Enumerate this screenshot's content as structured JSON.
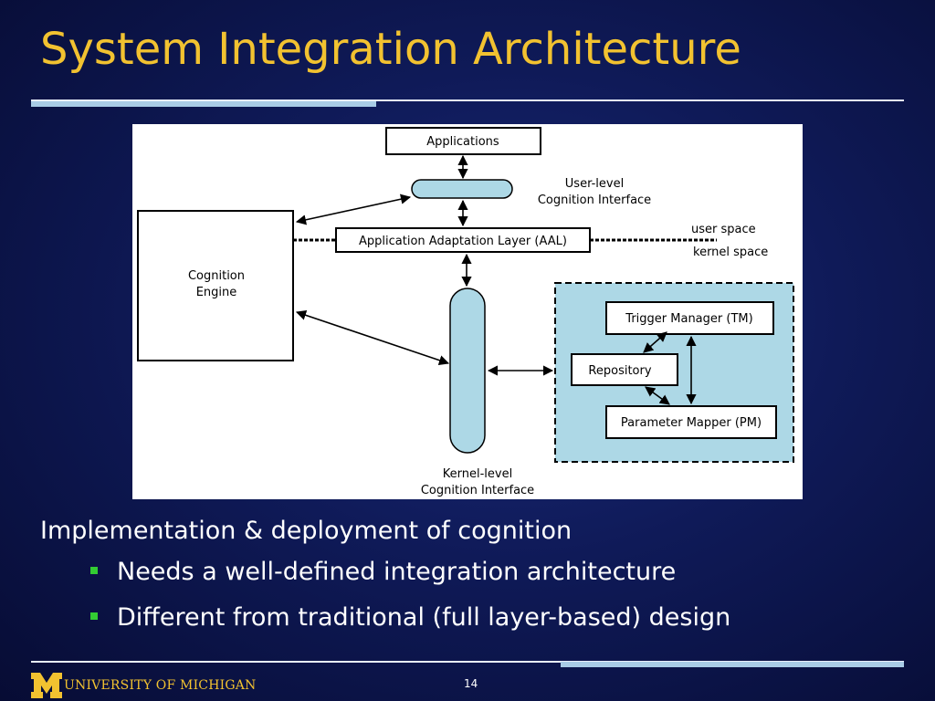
{
  "slide": {
    "title": "System Integration Architecture",
    "page_number": "14"
  },
  "diagram": {
    "applications": "Applications",
    "user_cognition_label_1": "User-level",
    "user_cognition_label_2": "Cognition Interface",
    "aal": "Application Adaptation Layer (AAL)",
    "user_space": "user space",
    "kernel_space": "kernel space",
    "cognition_engine_1": "Cognition",
    "cognition_engine_2": "Engine",
    "trigger_manager": "Trigger Manager (TM)",
    "repository": "Repository",
    "parameter_mapper": "Parameter Mapper (PM)",
    "kernel_cognition_label_1": "Kernel-level",
    "kernel_cognition_label_2": "Cognition Interface",
    "colors": {
      "capsule_fill": "#add8e6",
      "kernel_box_fill": "#add8e6"
    }
  },
  "bullets": {
    "main": "Implementation & deployment of cognition",
    "items": [
      "Needs a well-defined integration architecture",
      "Different from traditional (full layer-based) design"
    ]
  },
  "footer": {
    "logo_letter": "M",
    "university": "UNIVERSITY OF MICHIGAN"
  },
  "colors": {
    "title": "#f2c230",
    "accent_bar": "#a9cce6",
    "bullet_marker": "#33cc33"
  }
}
